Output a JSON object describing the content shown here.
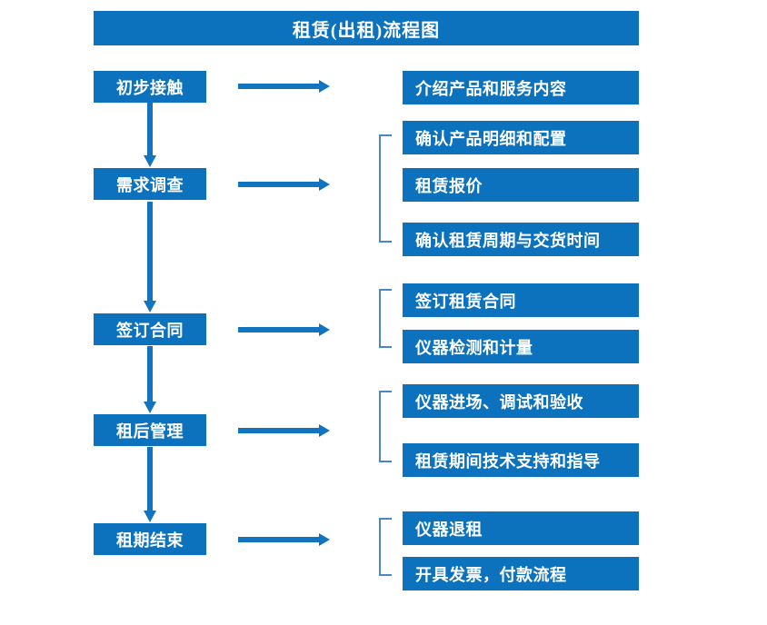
{
  "title": "租赁(出租)流程图",
  "colors": {
    "box_fill": "#0C72BE",
    "box_text": "#FFFFFF",
    "arrow": "#1273BE",
    "bracket": "#4A87C4",
    "background": "#FFFFFF"
  },
  "stages": [
    {
      "label": "初步接触"
    },
    {
      "label": "需求调查"
    },
    {
      "label": "签订合同"
    },
    {
      "label": "租后管理"
    },
    {
      "label": "租期结束"
    }
  ],
  "details": [
    {
      "label": "介绍产品和服务内容"
    },
    {
      "label": "确认产品明细和配置"
    },
    {
      "label": "租赁报价"
    },
    {
      "label": "确认租赁周期与交货时间"
    },
    {
      "label": "签订租赁合同"
    },
    {
      "label": "仪器检测和计量"
    },
    {
      "label": "仪器进场、调试和验收"
    },
    {
      "label": "租赁期间技术支持和指导"
    },
    {
      "label": "仪器退租"
    },
    {
      "label": "开具发票，付款流程"
    }
  ]
}
